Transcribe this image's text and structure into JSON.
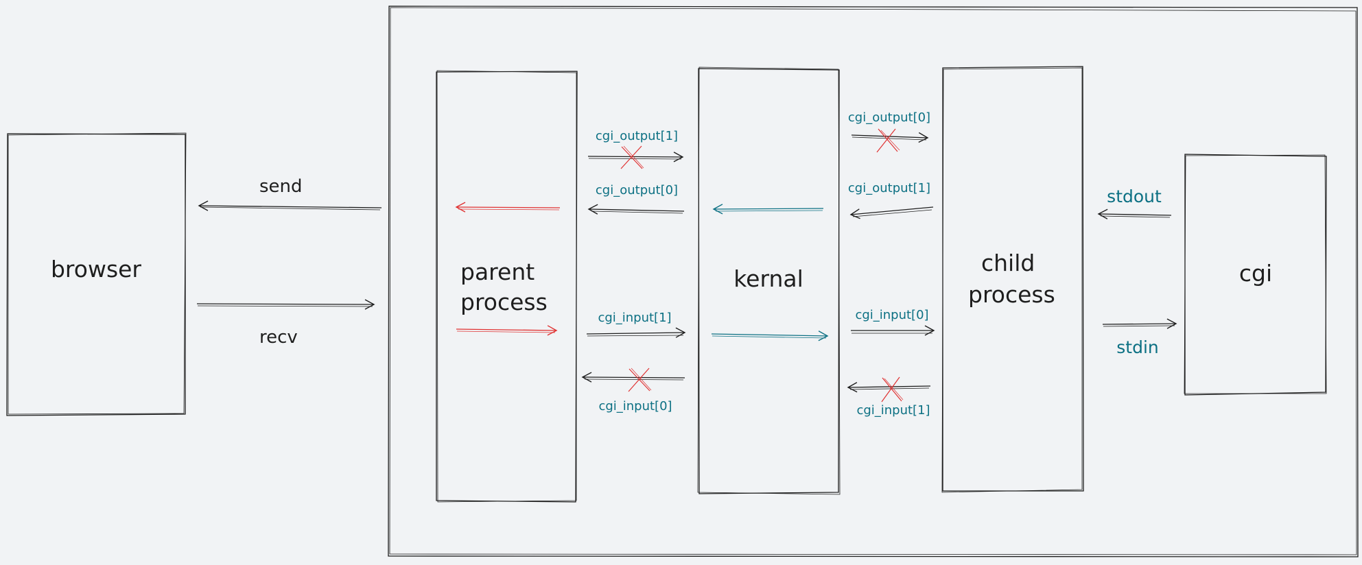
{
  "colors": {
    "background": "#f1f3f5",
    "ink": "#1e1e1e",
    "teal": "#0c7083",
    "red": "#e03131"
  },
  "boxes": {
    "browser": "browser",
    "parent_line1": "parent",
    "parent_line2": "process",
    "kernal": "kernal",
    "child_line1": "child",
    "child_line2": "process",
    "cgi": "cgi"
  },
  "io_labels": {
    "send": "send",
    "recv": "recv"
  },
  "pipe_labels": {
    "parent_cgi_output_1": "cgi_output[1]",
    "parent_cgi_output_0": "cgi_output[0]",
    "parent_cgi_input_1": "cgi_input[1]",
    "parent_cgi_input_0": "cgi_input[0]",
    "child_cgi_output_0": "cgi_output[0]",
    "child_cgi_output_1": "cgi_output[1]",
    "child_cgi_input_0": "cgi_input[0]",
    "child_cgi_input_1": "cgi_input[1]"
  },
  "stdio_labels": {
    "stdout": "stdout",
    "stdin": "stdin"
  }
}
